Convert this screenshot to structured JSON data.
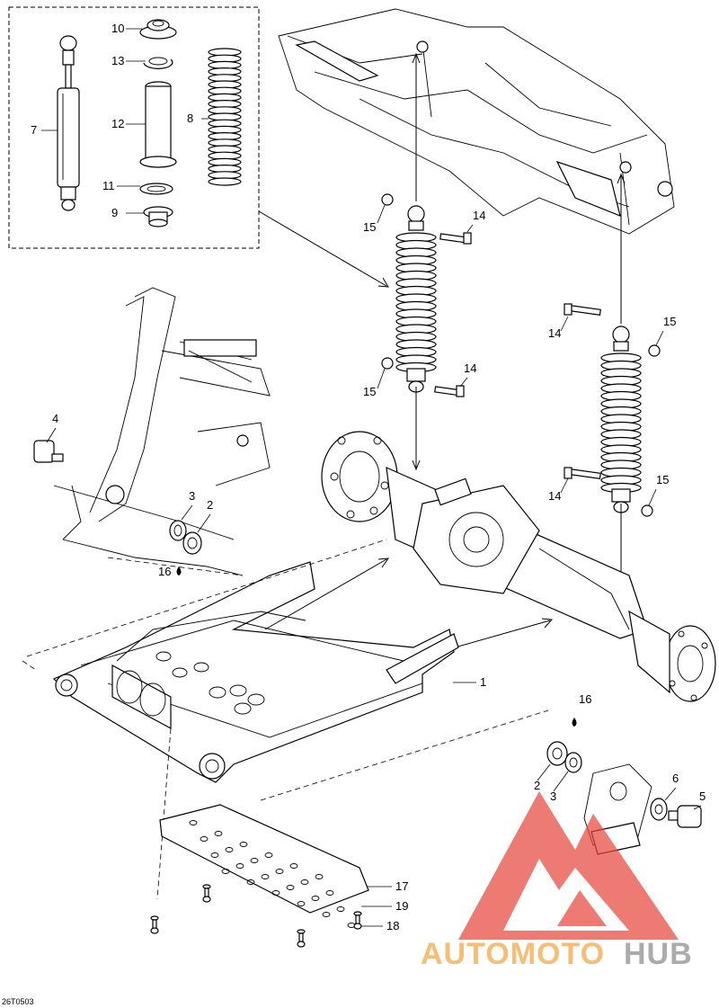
{
  "diagram": {
    "drawing_code": "26T0503",
    "watermark": {
      "word_a": "AUTOMOTO",
      "word_b": "HUB",
      "color_a": "#f5a43c",
      "color_b": "#8c8c8c",
      "logo_color": "#e8473f"
    },
    "callouts": [
      {
        "id": "c10",
        "label": "10"
      },
      {
        "id": "c13",
        "label": "13"
      },
      {
        "id": "c7",
        "label": "7"
      },
      {
        "id": "c12",
        "label": "12"
      },
      {
        "id": "c8",
        "label": "8"
      },
      {
        "id": "c11",
        "label": "11"
      },
      {
        "id": "c9",
        "label": "9"
      },
      {
        "id": "c15a",
        "label": "15"
      },
      {
        "id": "c14a",
        "label": "14"
      },
      {
        "id": "c14b",
        "label": "14"
      },
      {
        "id": "c15b",
        "label": "15"
      },
      {
        "id": "c4",
        "label": "4"
      },
      {
        "id": "c15c",
        "label": "15"
      },
      {
        "id": "c14c",
        "label": "14"
      },
      {
        "id": "c3a",
        "label": "3"
      },
      {
        "id": "c2a",
        "label": "2"
      },
      {
        "id": "c16a",
        "label": "16"
      },
      {
        "id": "c14d",
        "label": "14"
      },
      {
        "id": "c15d",
        "label": "15"
      },
      {
        "id": "c1",
        "label": "1"
      },
      {
        "id": "c16b",
        "label": "16"
      },
      {
        "id": "c6",
        "label": "6"
      },
      {
        "id": "c2b",
        "label": "2"
      },
      {
        "id": "c3b",
        "label": "3"
      },
      {
        "id": "c5",
        "label": "5"
      },
      {
        "id": "c17",
        "label": "17"
      },
      {
        "id": "c19",
        "label": "19"
      },
      {
        "id": "c18",
        "label": "18"
      }
    ]
  }
}
